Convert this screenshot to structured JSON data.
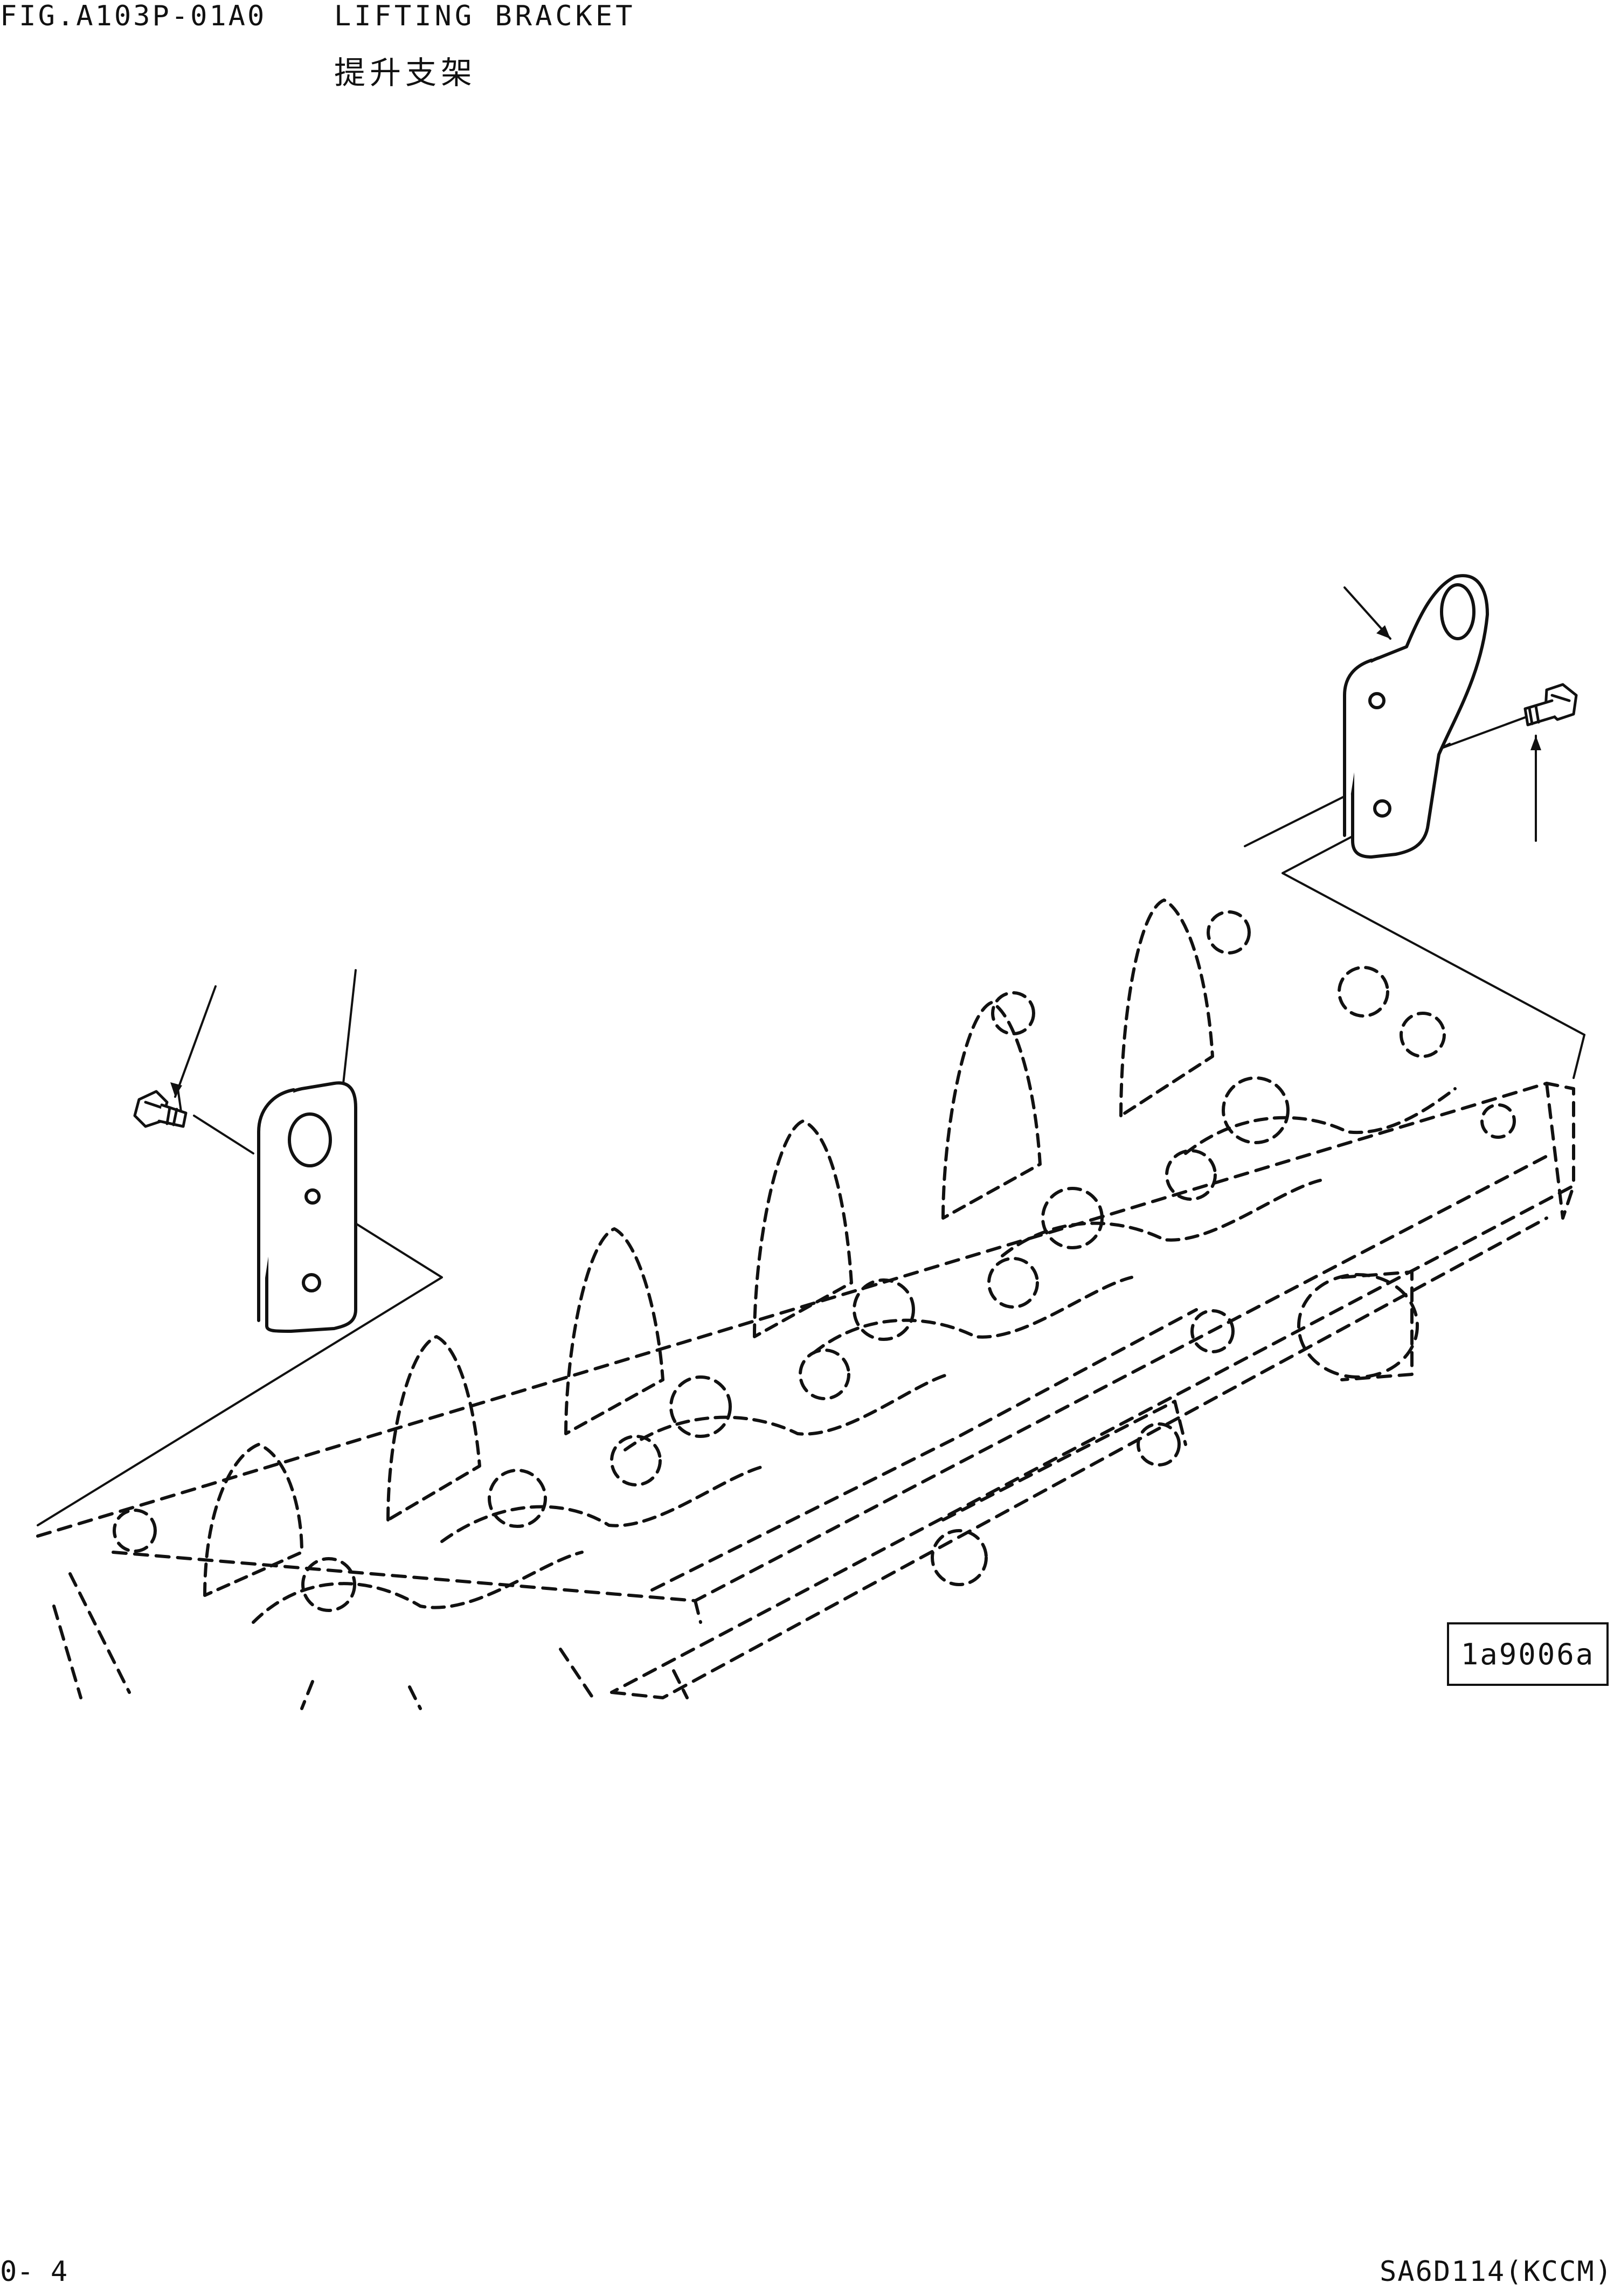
{
  "header": {
    "fig_number": "FIG.A103P-01A0",
    "title_en": "LIFTING BRACKET",
    "title_cn": "提升支架"
  },
  "drawing": {
    "reference_code": "1a9006a"
  },
  "footer": {
    "page_number": "0- 4",
    "model_code": "SA6D114(KCCM)"
  }
}
